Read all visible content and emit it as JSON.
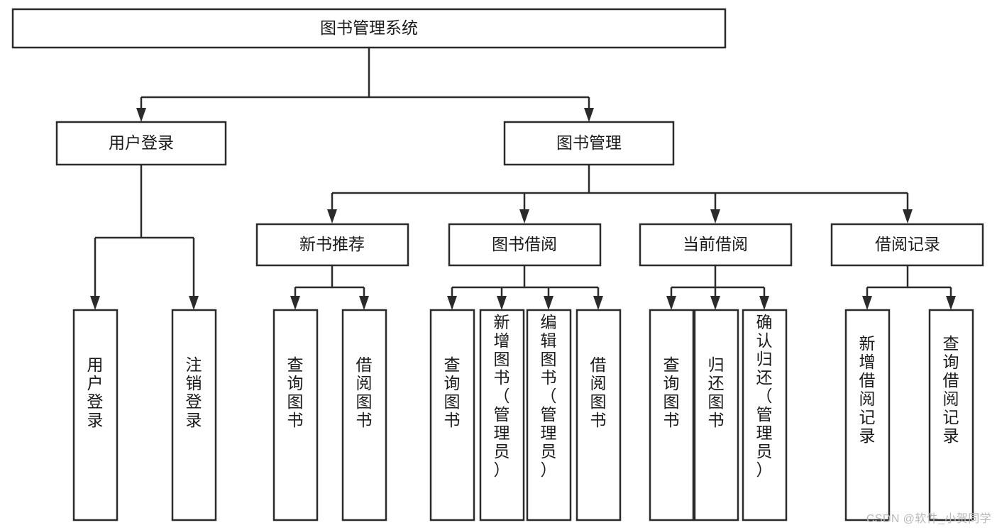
{
  "diagram": {
    "type": "tree-hierarchy-chart",
    "title": "图书管理系统",
    "orientation": "top-down",
    "colors": {
      "box_stroke": "#2b2b2b",
      "box_fill": "#ffffff",
      "connector": "#2b2b2b",
      "text": "#1a1a1a",
      "background": "#ffffff",
      "watermark": "#b9b9b9"
    },
    "levels": {
      "root": {
        "label": "图书管理系统"
      },
      "level2": [
        {
          "id": "user-login",
          "label": "用户登录"
        },
        {
          "id": "book-management",
          "label": "图书管理"
        }
      ],
      "level3": [
        {
          "id": "new-book-recommend",
          "label": "新书推荐",
          "parent": "book-management"
        },
        {
          "id": "book-borrow",
          "label": "图书借阅",
          "parent": "book-management"
        },
        {
          "id": "current-borrow",
          "label": "当前借阅",
          "parent": "book-management"
        },
        {
          "id": "borrow-record",
          "label": "借阅记录",
          "parent": "book-management"
        }
      ],
      "leaves": [
        {
          "id": "leaf-user-login",
          "label": "用户登录",
          "parent": "user-login"
        },
        {
          "id": "leaf-logout",
          "label": "注销登录",
          "parent": "user-login"
        },
        {
          "id": "leaf-query-book-1",
          "label": "查询图书",
          "parent": "new-book-recommend"
        },
        {
          "id": "leaf-borrow-book-1",
          "label": "借阅图书",
          "parent": "new-book-recommend"
        },
        {
          "id": "leaf-query-book-2",
          "label": "查询图书",
          "parent": "book-borrow"
        },
        {
          "id": "leaf-add-book",
          "label": "新增图书（管理员）",
          "parent": "book-borrow"
        },
        {
          "id": "leaf-edit-book",
          "label": "编辑图书（管理员）",
          "parent": "book-borrow"
        },
        {
          "id": "leaf-borrow-book-2",
          "label": "借阅图书",
          "parent": "book-borrow"
        },
        {
          "id": "leaf-query-book-3",
          "label": "查询图书",
          "parent": "current-borrow"
        },
        {
          "id": "leaf-return-book",
          "label": "归还图书",
          "parent": "current-borrow"
        },
        {
          "id": "leaf-confirm-return",
          "label": "确认归还（管理员）",
          "parent": "current-borrow"
        },
        {
          "id": "leaf-add-record",
          "label": "新增借阅记录",
          "parent": "borrow-record"
        },
        {
          "id": "leaf-query-record",
          "label": "查询借阅记录",
          "parent": "borrow-record"
        }
      ]
    }
  },
  "watermark": {
    "text": "CSDN @软件_小贺同学"
  }
}
